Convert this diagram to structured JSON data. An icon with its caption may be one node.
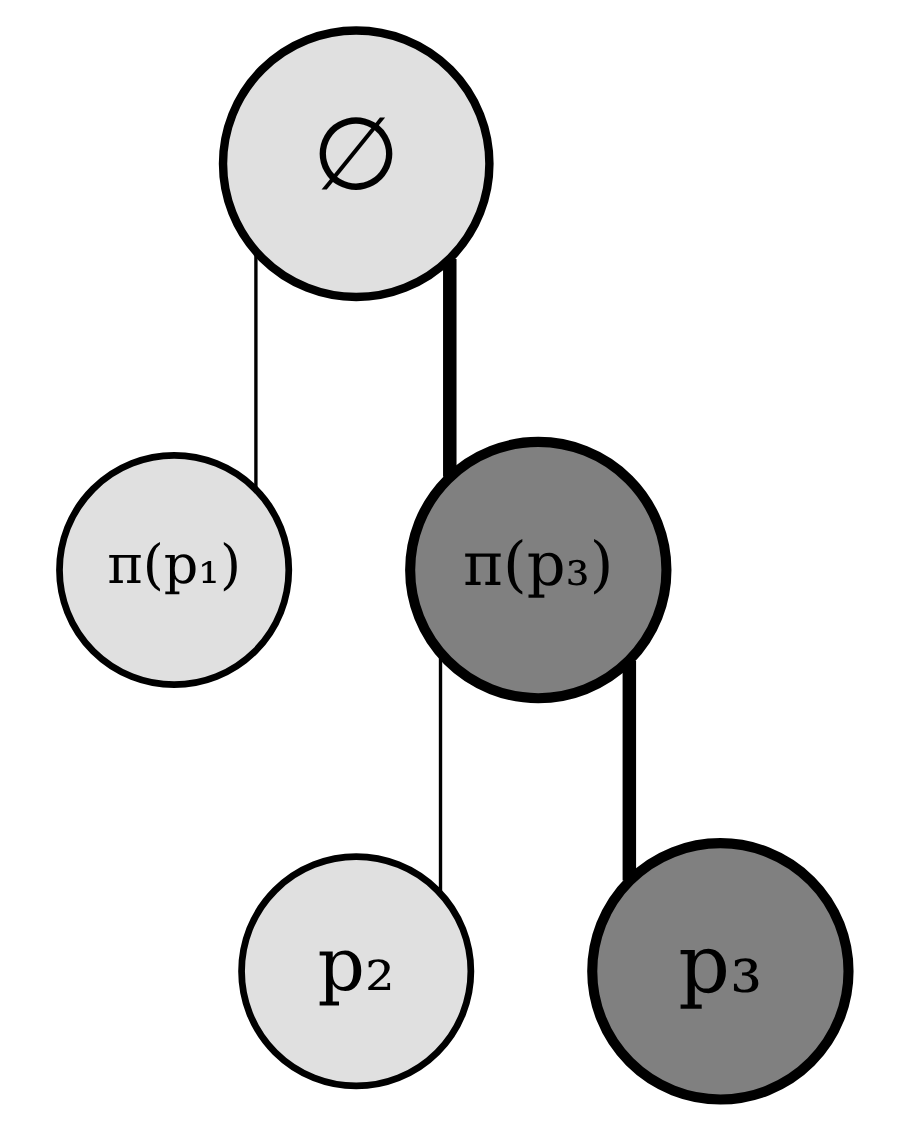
{
  "diagram": {
    "nodes": [
      {
        "text": [
          "∅"
        ]
      },
      {
        "text": [
          "π(p₁)"
        ]
      },
      {
        "text": [
          "π(p₃)"
        ]
      },
      {
        "text": [
          "p₂"
        ]
      },
      {
        "text": [
          "p₃"
        ]
      }
    ],
    "edges": [
      {
        "from": 0,
        "to": 1,
        "arrow": "none"
      },
      {
        "from": 0,
        "to": 2,
        "arrow": "none",
        "style": "thick"
      },
      {
        "from": 2,
        "to": 3,
        "arrow": "none"
      },
      {
        "from": 2,
        "to": 4,
        "arrow": "none",
        "style": "thick"
      }
    ]
  }
}
